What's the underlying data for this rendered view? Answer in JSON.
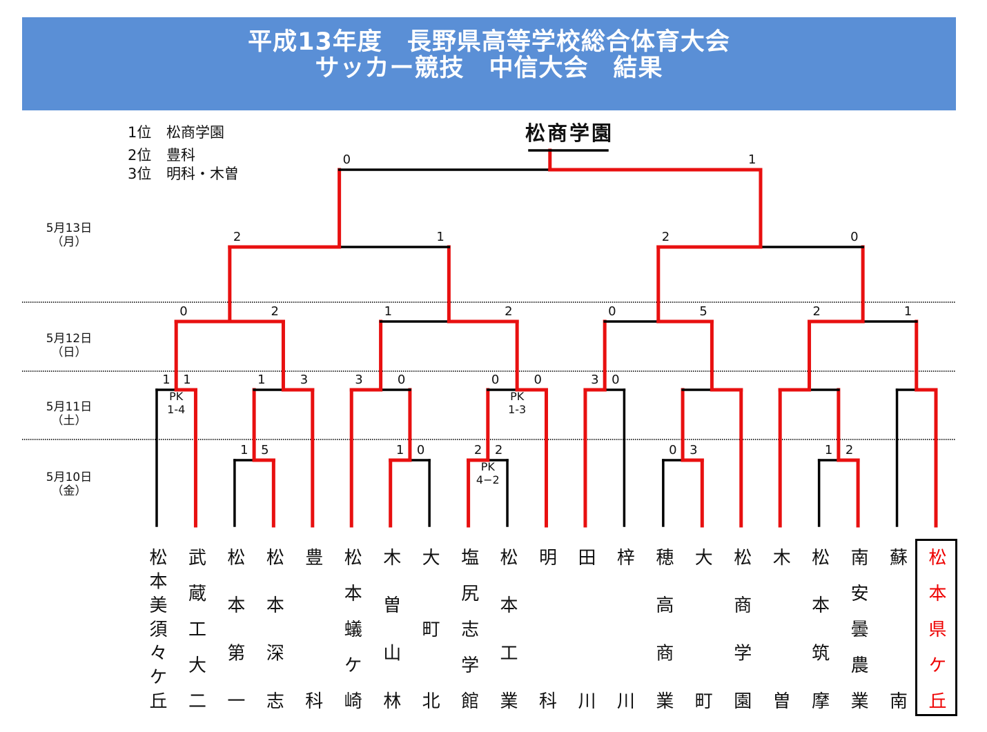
{
  "header": {
    "title_line1": "平成13年度　長野県高等学校総合体育大会",
    "title_line2": "サッカー競技　中信大会　結果"
  },
  "rankings": [
    {
      "place": "1位",
      "team": "松商学園"
    },
    {
      "place": "2位",
      "team": "豊科"
    },
    {
      "place": "3位",
      "team": "明科・木曽"
    }
  ],
  "champion": "松商学園",
  "dates": [
    {
      "date": "5月13日",
      "day": "（月）"
    },
    {
      "date": "5月12日",
      "day": "（日）"
    },
    {
      "date": "5月11日",
      "day": "（土）"
    },
    {
      "date": "5月10日",
      "day": "（金）"
    }
  ],
  "teams": [
    {
      "name": "松本美須々ケ丘"
    },
    {
      "name": "武蔵工大二"
    },
    {
      "name": "松本第一"
    },
    {
      "name": "松本深志"
    },
    {
      "name": "豊科"
    },
    {
      "name": "松本蟻ケ崎"
    },
    {
      "name": "木曽山林"
    },
    {
      "name": "大町北"
    },
    {
      "name": "塩尻志学館"
    },
    {
      "name": "松本工業"
    },
    {
      "name": "明科"
    },
    {
      "name": "田川"
    },
    {
      "name": "梓川"
    },
    {
      "name": "穂高商業"
    },
    {
      "name": "大町"
    },
    {
      "name": "松商学園"
    },
    {
      "name": "木曽"
    },
    {
      "name": "松本筑摩"
    },
    {
      "name": "南安曇農業"
    },
    {
      "name": "蘇南"
    },
    {
      "name": "松本県ケ丘",
      "highlight": true
    }
  ],
  "matches": [
    {
      "scores": [
        "1",
        "5"
      ]
    },
    {
      "scores": [
        "1",
        "0"
      ]
    },
    {
      "scores": [
        "2",
        "2"
      ],
      "pk": [
        "PK",
        "4−2"
      ]
    },
    {
      "scores": [
        "0",
        "3"
      ]
    },
    {
      "scores": [
        "1",
        "2"
      ]
    },
    {
      "scores": [
        "1",
        "1"
      ],
      "pk": [
        "PK",
        "1-4"
      ]
    },
    {
      "scores": [
        "1",
        "3"
      ]
    },
    {
      "scores": [
        "3",
        "0"
      ]
    },
    {
      "scores": [
        "0",
        "0"
      ],
      "pk": [
        "PK",
        "1-3"
      ]
    },
    {
      "scores": [
        "3",
        "0"
      ]
    },
    {},
    {},
    {},
    {
      "scores": [
        "0",
        "2"
      ]
    },
    {
      "scores": [
        "1",
        "2"
      ]
    },
    {
      "scores": [
        "0",
        "5"
      ]
    },
    {
      "scores": [
        "2",
        "1"
      ]
    },
    {
      "scores": [
        "2",
        "1"
      ]
    },
    {
      "scores": [
        "2",
        "0"
      ]
    },
    {
      "scores": [
        "0",
        "1"
      ]
    }
  ],
  "colors": {
    "header": "#5a8fd6",
    "winner_line": "#e81010",
    "line": "#000000"
  }
}
